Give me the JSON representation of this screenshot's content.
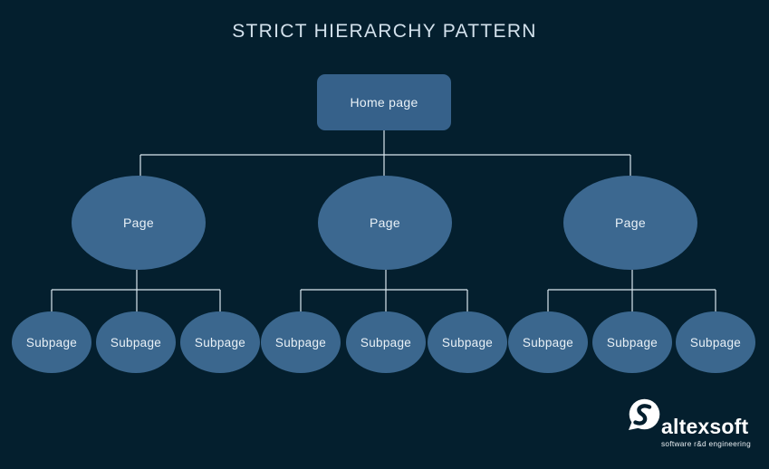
{
  "title": "STRICT HIERARCHY PATTERN",
  "tree": {
    "root": {
      "label": "Home page"
    },
    "branches": [
      {
        "label": "Page",
        "children": [
          {
            "label": "Subpage"
          },
          {
            "label": "Subpage"
          },
          {
            "label": "Subpage"
          }
        ]
      },
      {
        "label": "Page",
        "children": [
          {
            "label": "Subpage"
          },
          {
            "label": "Subpage"
          },
          {
            "label": "Subpage"
          }
        ]
      },
      {
        "label": "Page",
        "children": [
          {
            "label": "Subpage"
          },
          {
            "label": "Subpage"
          },
          {
            "label": "Subpage"
          }
        ]
      }
    ]
  },
  "logo": {
    "brand": "altexsoft",
    "tagline": "software r&d engineering",
    "mark_icon": "altexsoft-speech-bubble-a"
  },
  "colors": {
    "background": "#041f2e",
    "node_fill": "#3b678e",
    "root_fill": "#36618a",
    "connector": "#d9e7ee",
    "title_text": "#d3e1ec",
    "node_text": "#e9f1f7"
  }
}
